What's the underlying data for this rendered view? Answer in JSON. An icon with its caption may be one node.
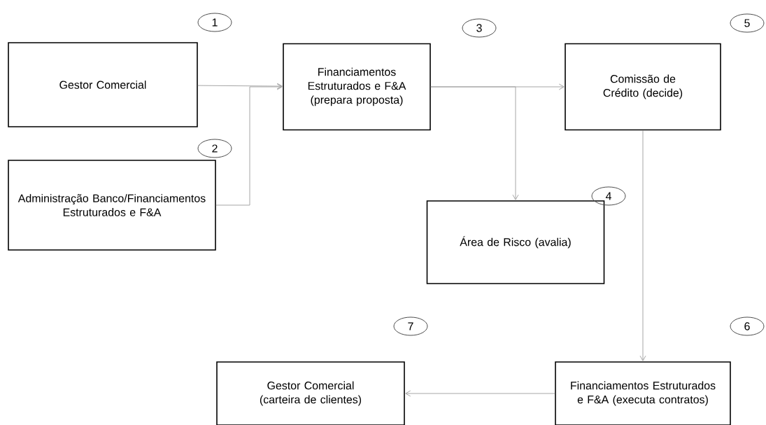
{
  "diagram": {
    "nodes": [
      {
        "text": [
          "Gestor Comercial"
        ]
      },
      {
        "text": [
          "Administração Banco/Financiamentos Estruturados e F&A"
        ]
      },
      {
        "text": [
          "Financiamentos Estruturados e F&A (prepara proposta)"
        ]
      },
      {
        "text": [
          "Comissão de Crédito (decide)"
        ]
      },
      {
        "text": [
          "Área de Risco (avalia)"
        ]
      },
      {
        "text": [
          "Financiamentos Estruturados e F&A (executa contratos)"
        ]
      },
      {
        "text": [
          "Gestor Comercial (carteira de clientes)"
        ]
      }
    ],
    "edges": [
      {
        "from": 0,
        "to": 2,
        "arrow": "to"
      },
      {
        "from": 1,
        "to": 2,
        "arrow": "to"
      },
      {
        "from": 2,
        "to": 3,
        "arrow": "to"
      },
      {
        "from": 2,
        "to": 4,
        "arrow": "to"
      },
      {
        "from": 3,
        "to": 5,
        "arrow": "to"
      },
      {
        "from": 5,
        "to": 6,
        "arrow": "to"
      }
    ],
    "labels": [
      "1",
      "3",
      "5",
      "2",
      "4",
      "7",
      "6"
    ]
  }
}
